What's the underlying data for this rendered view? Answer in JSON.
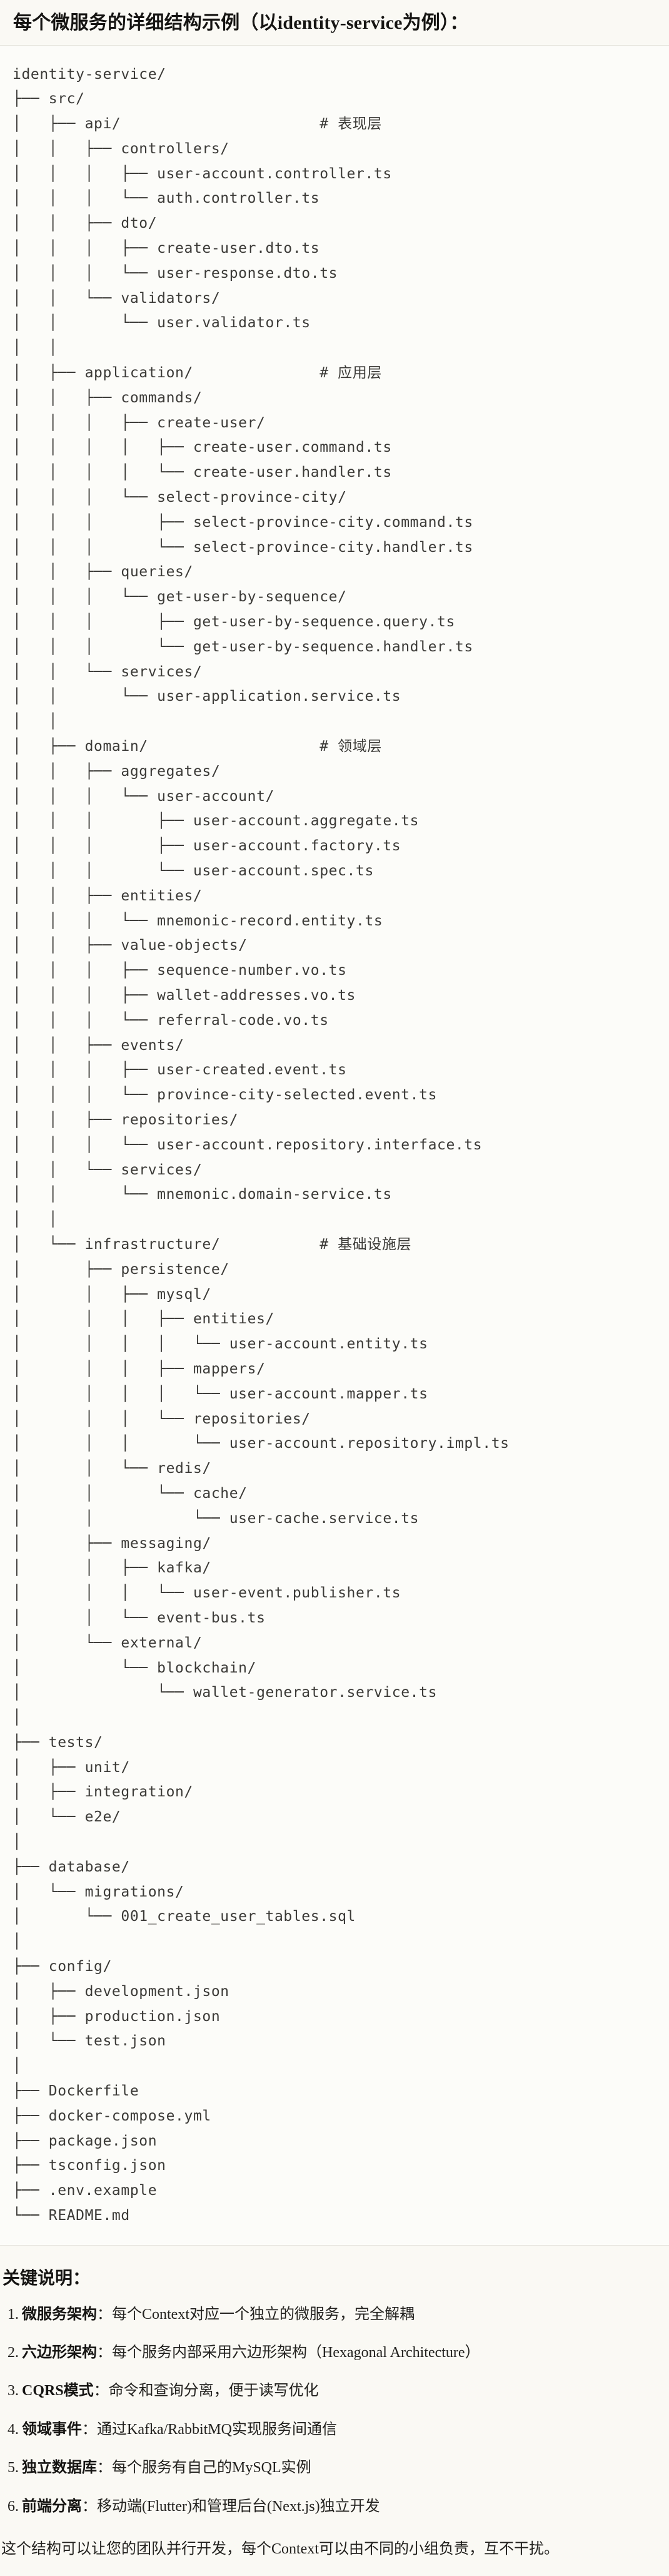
{
  "colors": {
    "page_background": "#faf9f4",
    "code_background": "#fcfcf9",
    "border": "#e6e4dd",
    "tree_text": "#3b3a37",
    "body_text": "#23221f"
  },
  "title": "每个微服务的详细结构示例（以identity-service为例）：",
  "code_block": {
    "lines": [
      "identity-service/",
      "├── src/",
      "│   ├── api/                      # 表现层",
      "│   │   ├── controllers/",
      "│   │   │   ├── user-account.controller.ts",
      "│   │   │   └── auth.controller.ts",
      "│   │   ├── dto/",
      "│   │   │   ├── create-user.dto.ts",
      "│   │   │   └── user-response.dto.ts",
      "│   │   └── validators/",
      "│   │       └── user.validator.ts",
      "│   │",
      "│   ├── application/              # 应用层",
      "│   │   ├── commands/",
      "│   │   │   ├── create-user/",
      "│   │   │   │   ├── create-user.command.ts",
      "│   │   │   │   └── create-user.handler.ts",
      "│   │   │   └── select-province-city/",
      "│   │   │       ├── select-province-city.command.ts",
      "│   │   │       └── select-province-city.handler.ts",
      "│   │   ├── queries/",
      "│   │   │   └── get-user-by-sequence/",
      "│   │   │       ├── get-user-by-sequence.query.ts",
      "│   │   │       └── get-user-by-sequence.handler.ts",
      "│   │   └── services/",
      "│   │       └── user-application.service.ts",
      "│   │",
      "│   ├── domain/                   # 领域层",
      "│   │   ├── aggregates/",
      "│   │   │   └── user-account/",
      "│   │   │       ├── user-account.aggregate.ts",
      "│   │   │       ├── user-account.factory.ts",
      "│   │   │       └── user-account.spec.ts",
      "│   │   ├── entities/",
      "│   │   │   └── mnemonic-record.entity.ts",
      "│   │   ├── value-objects/",
      "│   │   │   ├── sequence-number.vo.ts",
      "│   │   │   ├── wallet-addresses.vo.ts",
      "│   │   │   └── referral-code.vo.ts",
      "│   │   ├── events/",
      "│   │   │   ├── user-created.event.ts",
      "│   │   │   └── province-city-selected.event.ts",
      "│   │   ├── repositories/",
      "│   │   │   └── user-account.repository.interface.ts",
      "│   │   └── services/",
      "│   │       └── mnemonic.domain-service.ts",
      "│   │",
      "│   └── infrastructure/           # 基础设施层",
      "│       ├── persistence/",
      "│       │   ├── mysql/",
      "│       │   │   ├── entities/",
      "│       │   │   │   └── user-account.entity.ts",
      "│       │   │   ├── mappers/",
      "│       │   │   │   └── user-account.mapper.ts",
      "│       │   │   └── repositories/",
      "│       │   │       └── user-account.repository.impl.ts",
      "│       │   └── redis/",
      "│       │       └── cache/",
      "│       │           └── user-cache.service.ts",
      "│       ├── messaging/",
      "│       │   ├── kafka/",
      "│       │   │   └── user-event.publisher.ts",
      "│       │   └── event-bus.ts",
      "│       └── external/",
      "│           └── blockchain/",
      "│               └── wallet-generator.service.ts",
      "│",
      "├── tests/",
      "│   ├── unit/",
      "│   ├── integration/",
      "│   └── e2e/",
      "│",
      "├── database/",
      "│   └── migrations/",
      "│       └── 001_create_user_tables.sql",
      "│",
      "├── config/",
      "│   ├── development.json",
      "│   ├── production.json",
      "│   └── test.json",
      "│",
      "├── Dockerfile",
      "├── docker-compose.yml",
      "├── package.json",
      "├── tsconfig.json",
      "├── .env.example",
      "└── README.md"
    ]
  },
  "notes": {
    "heading": "关键说明：",
    "items": [
      {
        "num": "1.",
        "term": "微服务架构",
        "desc": "：每个Context对应一个独立的微服务，完全解耦"
      },
      {
        "num": "2.",
        "term": "六边形架构",
        "desc": "：每个服务内部采用六边形架构（Hexagonal Architecture）"
      },
      {
        "num": "3.",
        "term": "CQRS模式",
        "desc": "：命令和查询分离，便于读写优化"
      },
      {
        "num": "4.",
        "term": "领域事件",
        "desc": "：通过Kafka/RabbitMQ实现服务间通信"
      },
      {
        "num": "5.",
        "term": "独立数据库",
        "desc": "：每个服务有自己的MySQL实例"
      },
      {
        "num": "6.",
        "term": "前端分离",
        "desc": "：移动端(Flutter)和管理后台(Next.js)独立开发"
      }
    ],
    "closing": "这个结构可以让您的团队并行开发，每个Context可以由不同的小组负责，互不干扰。"
  }
}
